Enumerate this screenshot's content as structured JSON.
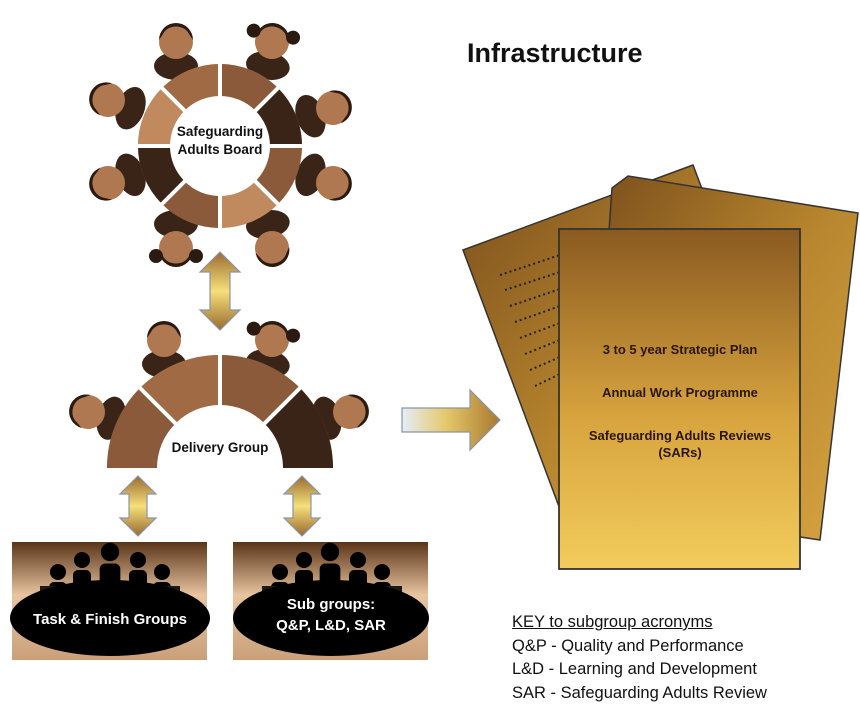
{
  "title": "Infrastructure",
  "board": {
    "label_line1": "Safeguarding",
    "label_line2": "Adults Board"
  },
  "delivery": {
    "label": "Delivery Group"
  },
  "task_finish": {
    "label": "Task & Finish Groups"
  },
  "subgroups": {
    "label_line1": "Sub groups:",
    "label_line2": "Q&P, L&D, SAR"
  },
  "document": {
    "line1": "3 to 5 year Strategic Plan",
    "line2": "Annual Work Programme",
    "line3a": "Safeguarding Adults Reviews",
    "line3b": "(SARs)"
  },
  "key": {
    "heading": "KEY to subgroup acronyms",
    "items": [
      "Q&P - Quality and Performance",
      "L&D - Learning and Development",
      "SAR - Safeguarding Adults Review"
    ]
  },
  "colors": {
    "seat_light": "#c08a5e",
    "seat_mid": "#8a5a3a",
    "seat_dark": "#3a2418",
    "skin": "#b07850",
    "hair": "#2b1a10",
    "arrow_gold": "#d9b040",
    "paper_gold": "#b8862e"
  }
}
